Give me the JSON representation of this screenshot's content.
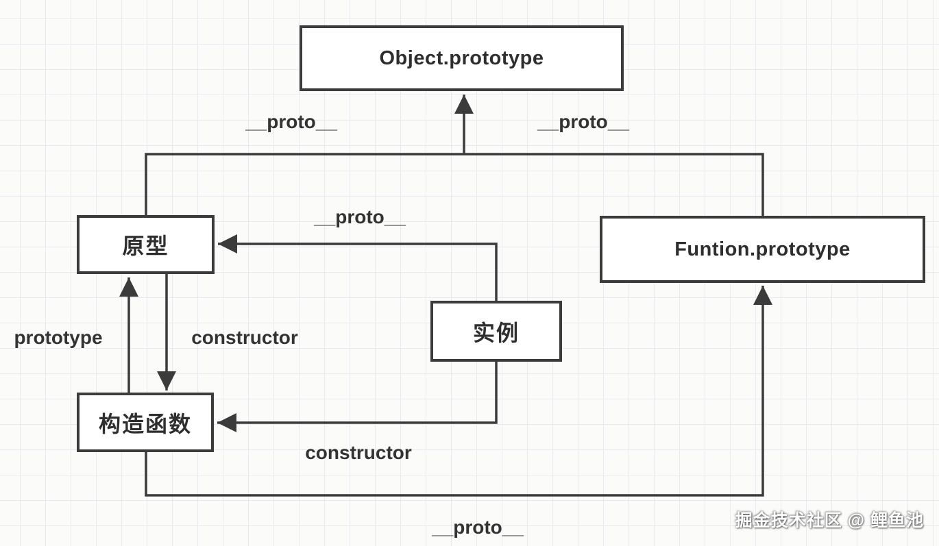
{
  "nodes": {
    "object_prototype": "Object.prototype",
    "prototype_box": "原型",
    "funtion_prototype": "Funtion.prototype",
    "instance_box": "实例",
    "constructor_box": "构造函数"
  },
  "edge_labels": {
    "proto_top_left": "__proto__",
    "proto_top_right": "__proto__",
    "proto_middle": "__proto__",
    "prototype_left": "prototype",
    "constructor_middle": "constructor",
    "constructor_bottom": "constructor",
    "proto_bottom": "__proto__"
  },
  "watermark": "掘金技术社区 @ 鲤鱼池",
  "colors": {
    "line": "#3b3b3b",
    "text": "#2e2e2e",
    "node_fill": "#ffffff",
    "grid": "#eaeaee",
    "background": "#fbfbfa",
    "watermark_text": "#fdfdfd"
  }
}
